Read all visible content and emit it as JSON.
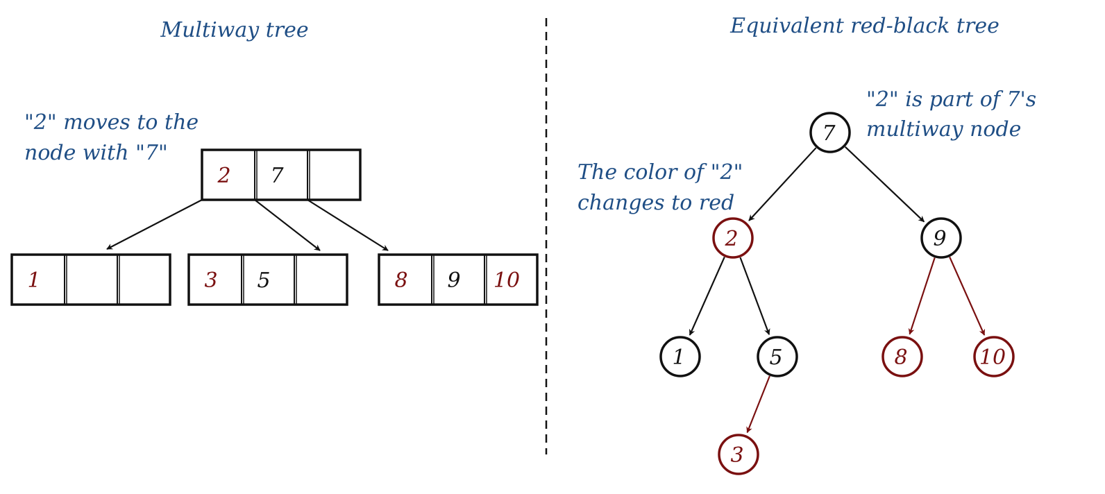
{
  "colors": {
    "red": "#7a1010",
    "black": "#111111",
    "annotation": "#1f4e85"
  },
  "titles": {
    "left": "Multiway tree",
    "right": "Equivalent red-black tree"
  },
  "annotations": {
    "left": [
      "\"2\" moves to the",
      "node with \"7\""
    ],
    "top_right": [
      "\"2\" is part of 7's",
      "multiway node"
    ],
    "mid_right": [
      "The color of \"2\"",
      "changes to red"
    ]
  },
  "multiway": {
    "root": [
      {
        "key": "2",
        "color": "red"
      },
      {
        "key": "7",
        "color": "black"
      },
      {
        "key": "",
        "color": "black"
      }
    ],
    "children": [
      [
        {
          "key": "1",
          "color": "red"
        },
        {
          "key": "",
          "color": "black"
        },
        {
          "key": "",
          "color": "black"
        }
      ],
      [
        {
          "key": "3",
          "color": "red"
        },
        {
          "key": "5",
          "color": "black"
        },
        {
          "key": "",
          "color": "black"
        }
      ],
      [
        {
          "key": "8",
          "color": "red"
        },
        {
          "key": "9",
          "color": "black"
        },
        {
          "key": "10",
          "color": "red"
        }
      ]
    ]
  },
  "rbtree": {
    "nodes": [
      {
        "id": "n7",
        "key": "7",
        "color": "black"
      },
      {
        "id": "n2",
        "key": "2",
        "color": "red"
      },
      {
        "id": "n9",
        "key": "9",
        "color": "black"
      },
      {
        "id": "n1",
        "key": "1",
        "color": "black"
      },
      {
        "id": "n5",
        "key": "5",
        "color": "black"
      },
      {
        "id": "n8",
        "key": "8",
        "color": "red"
      },
      {
        "id": "n10",
        "key": "10",
        "color": "red"
      },
      {
        "id": "n3",
        "key": "3",
        "color": "red"
      }
    ],
    "edges": [
      {
        "from": "n7",
        "to": "n2",
        "color": "black"
      },
      {
        "from": "n7",
        "to": "n9",
        "color": "black"
      },
      {
        "from": "n2",
        "to": "n1",
        "color": "black"
      },
      {
        "from": "n2",
        "to": "n5",
        "color": "black"
      },
      {
        "from": "n9",
        "to": "n8",
        "color": "red"
      },
      {
        "from": "n9",
        "to": "n10",
        "color": "red"
      },
      {
        "from": "n5",
        "to": "n3",
        "color": "red"
      }
    ]
  }
}
